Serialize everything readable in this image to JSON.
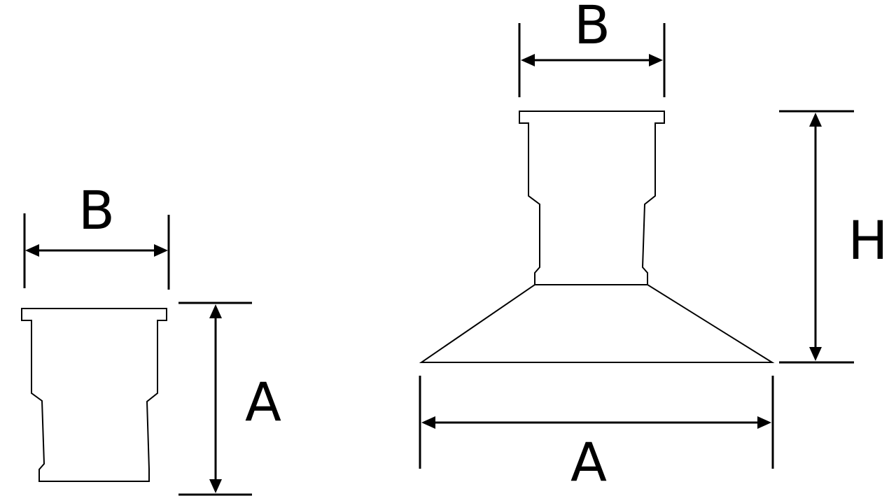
{
  "diagram": {
    "left_part": {
      "labels": {
        "width_top": "B",
        "height": "A"
      }
    },
    "right_part": {
      "labels": {
        "width_top": "B",
        "height": "H",
        "width_bottom": "A"
      }
    },
    "colors": {
      "line": "#000000",
      "background": "#ffffff"
    }
  }
}
